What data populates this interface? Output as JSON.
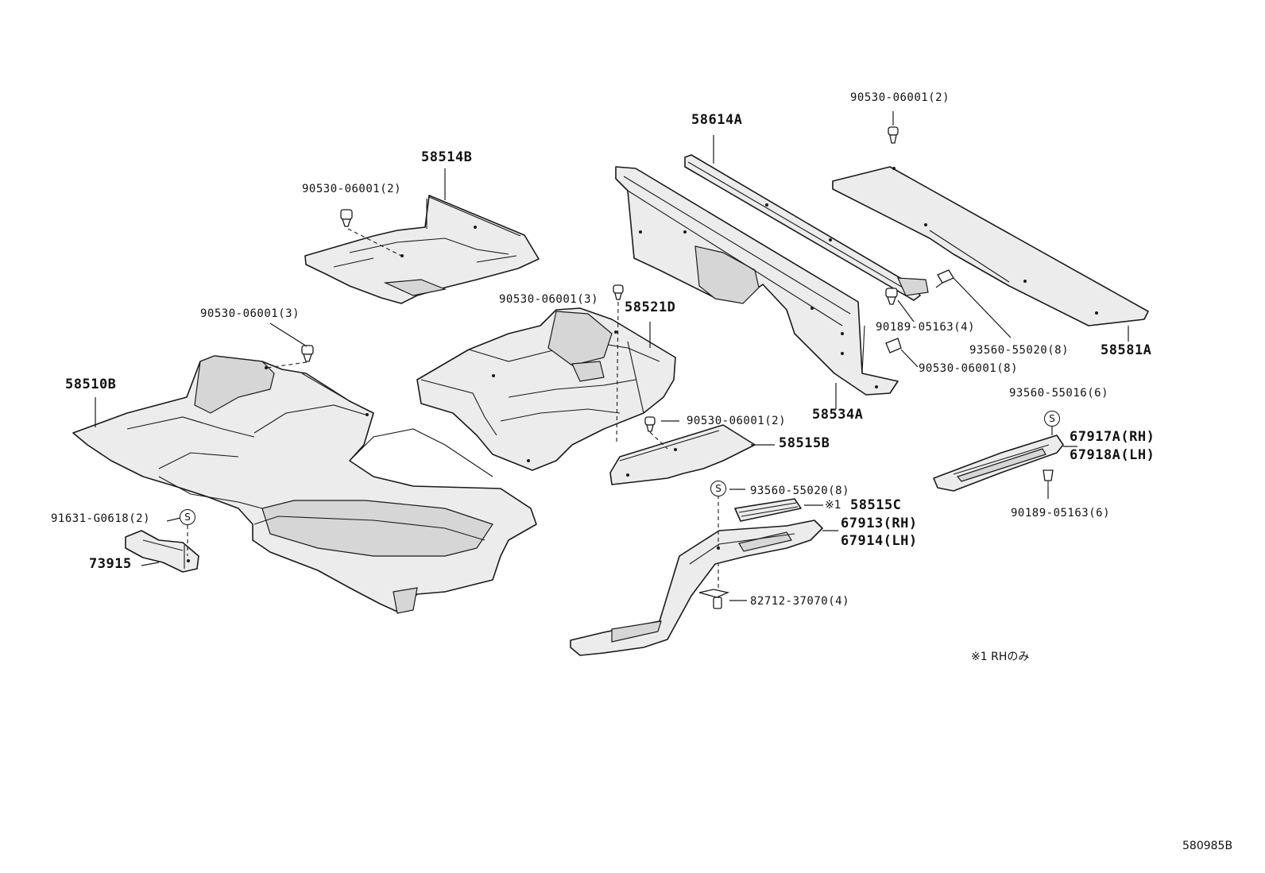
{
  "parts": {
    "p58514B": "58514B",
    "p58510B": "58510B",
    "p73915": "73915",
    "p58521D": "58521D",
    "p58614A": "58614A",
    "p58534A": "58534A",
    "p58515B": "58515B",
    "p58581A": "58581A",
    "p58515C": "58515C",
    "p67913": "67913(RH)",
    "p67914": "67914(LH)",
    "p67917A": "67917A(RH)",
    "p67918A": "67918A(LH)"
  },
  "fasteners": {
    "f_90530_2_a": "90530-06001(2)",
    "f_90530_2_b": "90530-06001(2)",
    "f_90530_2_c": "90530-06001(2)",
    "f_90530_3_a": "90530-06001(3)",
    "f_90530_3_b": "90530-06001(3)",
    "f_90530_8": "90530-06001(8)",
    "f_90189_4": "90189-05163(4)",
    "f_90189_6": "90189-05163(6)",
    "f_93560_8_a": "93560-55020(8)",
    "f_93560_8_b": "93560-55020(8)",
    "f_93560_6": "93560-55016(6)",
    "f_91631": "91631-G0618(2)",
    "f_82712": "82712-37070(4)"
  },
  "marks": {
    "s_symbol": "S",
    "note_mark": "※1",
    "note_text": "※1 RHのみ"
  },
  "diagram_id": "580985B"
}
